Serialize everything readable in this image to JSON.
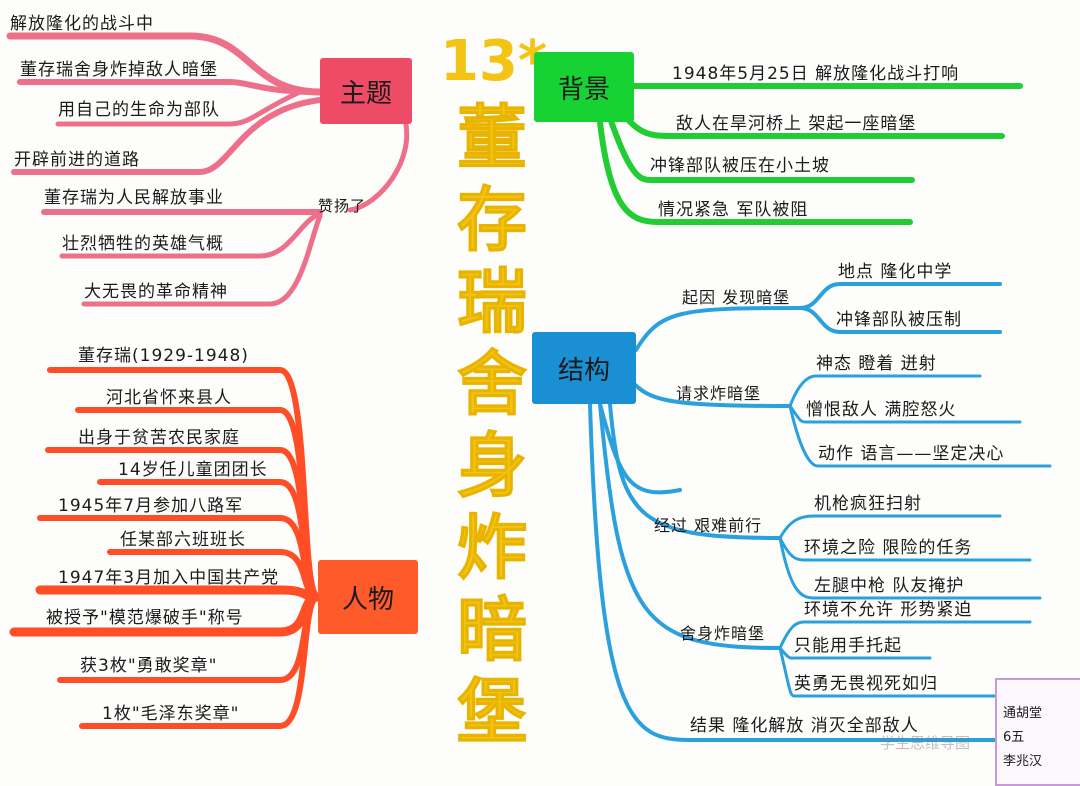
{
  "title": {
    "lesson": "13*、",
    "chars": [
      "董",
      "存",
      "瑞",
      "舍",
      "身",
      "炸",
      "暗",
      "堡"
    ]
  },
  "colors": {
    "theme": "#ee4b66",
    "theme_line": "#ee6f8a",
    "background": "#16d232",
    "background_line": "#22cc33",
    "structure": "#1b8fd4",
    "structure_line": "#2aa0dd",
    "person": "#ff5a2a",
    "person_line": "#ff4d26",
    "title": "#f4c415"
  },
  "theme": {
    "label": "主题",
    "items": [
      "解放隆化的战斗中",
      "董存瑞舍身炸掉敌人暗堡",
      "用自己的生命为部队",
      "开辟前进的道路"
    ],
    "praise": {
      "label": "赞扬了",
      "items": [
        "董存瑞为人民解放事业",
        "壮烈牺牲的英雄气概",
        "大无畏的革命精神"
      ]
    }
  },
  "background": {
    "label": "背景",
    "items": [
      "1948年5月25日 解放隆化战斗打响",
      "敌人在旱河桥上 架起一座暗堡",
      "冲锋部队被压在小土坡",
      "情况紧急 军队被阻"
    ]
  },
  "structure": {
    "label": "结构",
    "groups": [
      {
        "label": "起因 发现暗堡",
        "items": [
          "地点 隆化中学",
          "冲锋部队被压制"
        ]
      },
      {
        "label": "请求炸暗堡",
        "items": [
          "神态 瞪着 迸射",
          "憎恨敌人 满腔怒火",
          "动作 语言——坚定决心"
        ]
      },
      {
        "label": "经过 艰难前行",
        "items": [
          "机枪疯狂扫射",
          "环境之险 限险的任务",
          "左腿中枪 队友掩护"
        ]
      },
      {
        "label": "舍身炸暗堡",
        "items": [
          "环境不允许 形势紧迫",
          "只能用手托起",
          "英勇无畏视死如归"
        ]
      },
      {
        "label": "结果 隆化解放 消灭全部敌人",
        "items": []
      }
    ]
  },
  "person": {
    "label": "人物",
    "items": [
      "董存瑞(1929-1948)",
      "河北省怀来县人",
      "出身于贫苦农民家庭",
      "14岁任儿童团团长",
      "1945年7月参加八路军",
      "任某部六班班长",
      "1947年3月加入中国共产党",
      "被授予\"模范爆破手\"称号",
      "获3枚\"勇敢奖章\"",
      "1枚\"毛泽东奖章\""
    ]
  },
  "stamp": {
    "lines": [
      "通胡堂",
      "6五",
      "李兆汉"
    ]
  },
  "watermark": "学生思维导图"
}
